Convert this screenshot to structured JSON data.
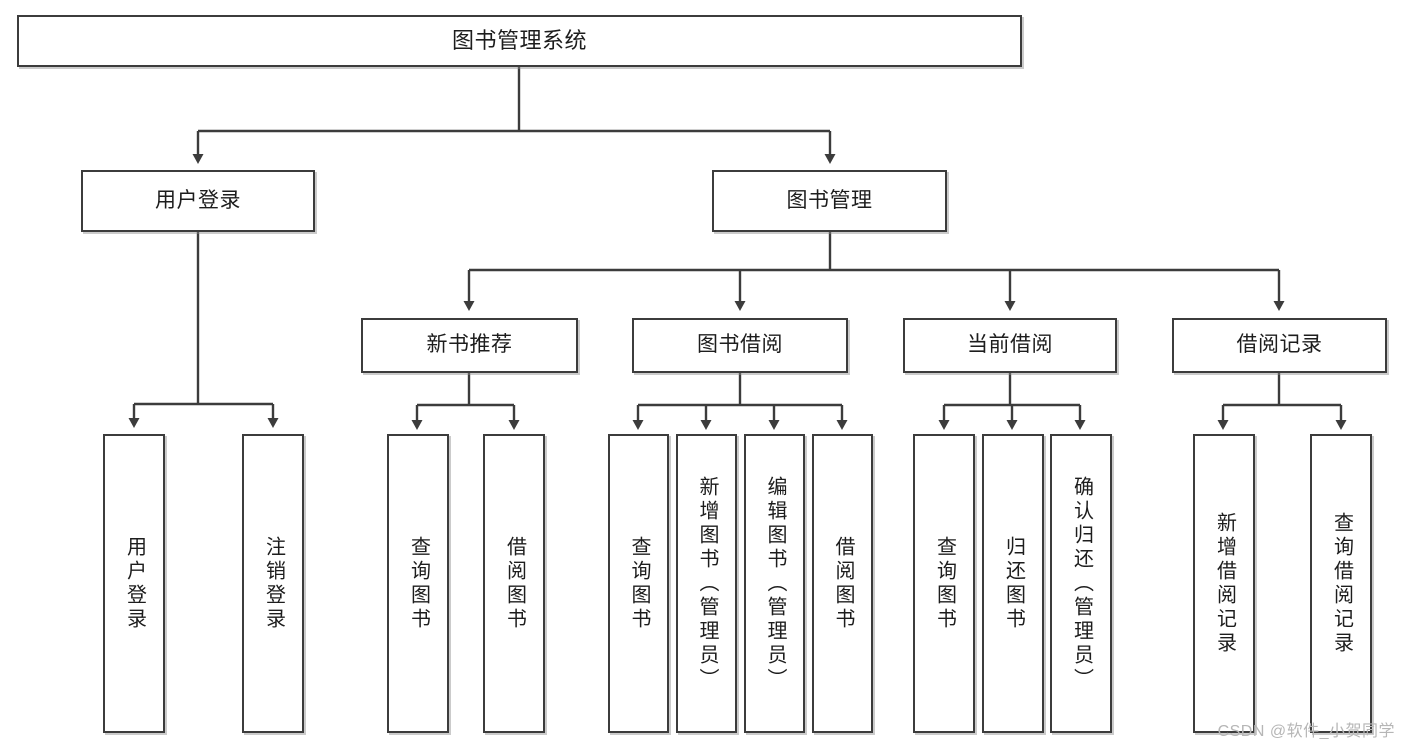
{
  "diagram": {
    "title": "图书管理系统",
    "watermark": "CSDN @软件_小贺同学",
    "root": {
      "label": "图书管理系统"
    },
    "level2": [
      {
        "label": "用户登录"
      },
      {
        "label": "图书管理"
      }
    ],
    "level3": [
      {
        "label": "新书推荐"
      },
      {
        "label": "图书借阅"
      },
      {
        "label": "当前借阅"
      },
      {
        "label": "借阅记录"
      }
    ],
    "leaves": {
      "user_login": [
        {
          "label": "用户登录"
        },
        {
          "label": "注销登录"
        }
      ],
      "new_book_recommend": [
        {
          "label": "查询图书"
        },
        {
          "label": "借阅图书"
        }
      ],
      "book_borrow": [
        {
          "label": "查询图书"
        },
        {
          "label": "新增图书（管理员）"
        },
        {
          "label": "编辑图书（管理员）"
        },
        {
          "label": "借阅图书"
        }
      ],
      "current_borrow": [
        {
          "label": "查询图书"
        },
        {
          "label": "归还图书"
        },
        {
          "label": "确认归还（管理员）"
        }
      ],
      "borrow_records": [
        {
          "label": "新增借阅记录"
        },
        {
          "label": "查询借阅记录"
        }
      ]
    },
    "colors": {
      "stroke": "#3c3c3c",
      "background": "#ffffff",
      "text": "#1d1d1d",
      "watermark": "#b6b6b6"
    }
  }
}
